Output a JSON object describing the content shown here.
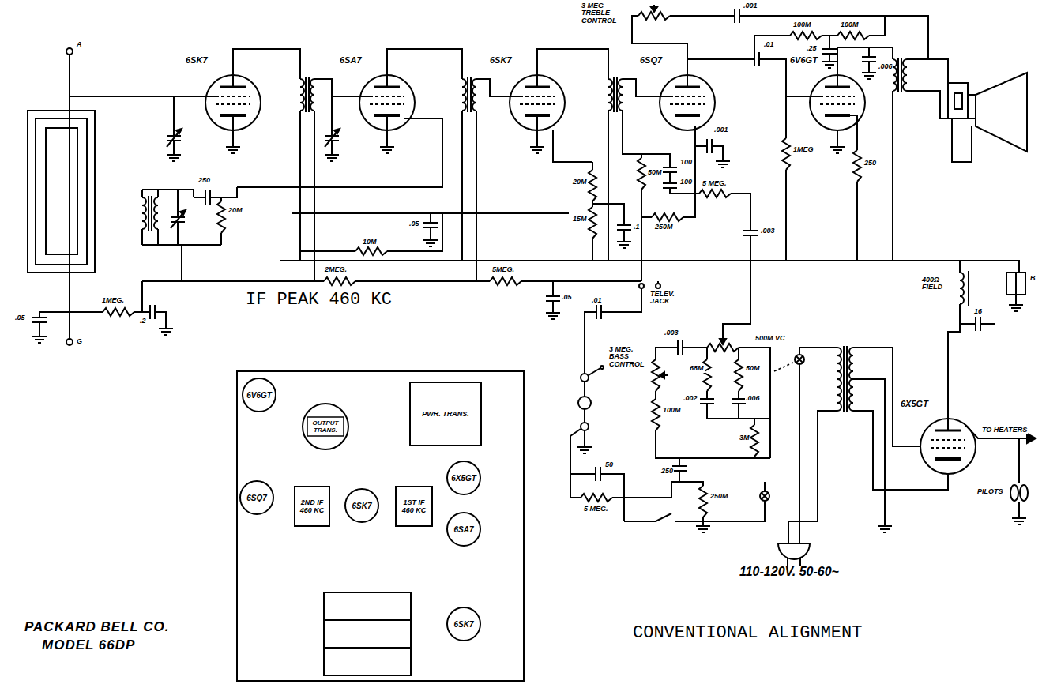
{
  "diagram": {
    "nodes": [
      {
        "text": [
          "6SK7"
        ]
      },
      {
        "text": [
          "6SA7"
        ]
      },
      {
        "text": [
          "6SK7"
        ]
      },
      {
        "text": [
          "6SQ7"
        ]
      },
      {
        "text": [
          "6V6GT"
        ]
      },
      {
        "text": [
          "6X5GT"
        ]
      },
      {
        "text": [
          "6V6GT"
        ]
      },
      {
        "text": [
          "OUTPUT TRANS."
        ]
      },
      {
        "text": [
          "PWR. TRANS."
        ]
      },
      {
        "text": [
          "6SQ7"
        ]
      },
      {
        "text": [
          "2ND IF 460 KC"
        ]
      },
      {
        "text": [
          "6SK7"
        ]
      },
      {
        "text": [
          "1ST IF 460 KC"
        ]
      },
      {
        "text": [
          "6X5GT"
        ]
      },
      {
        "text": [
          "6SA7"
        ]
      },
      {
        "text": [
          "6SK7"
        ]
      }
    ],
    "labels": [
      "A",
      "G",
      ".05",
      "1MEG.",
      ".2",
      "250",
      "20M",
      ".05",
      "10M",
      "2MEG.",
      "5MEG.",
      ".05",
      "20M",
      "15M",
      ".1",
      "50M",
      "100",
      "100",
      "250M",
      "5 MEG.",
      ".001",
      ".003",
      ".01",
      "1MEG",
      "250",
      ".006",
      "3 MEG TREBLE CONTROL",
      ".001",
      "100M",
      "100M",
      ".25",
      "TELEV. JACK",
      "400Ω FIELD",
      "B",
      "16",
      ".01",
      ".003",
      "3 MEG. BASS CONTROL",
      "500M VC",
      "100M",
      "68M",
      "50M",
      ".002",
      ".006",
      "3M",
      "250",
      "50",
      "5 MEG.",
      "250M",
      "IF PEAK 460 KC",
      "TO HEATERS",
      "PILOTS",
      "110-120V. 50-60~",
      "CONVENTIONAL ALIGNMENT",
      "PACKARD BELL CO.",
      "MODEL 66DP"
    ]
  }
}
